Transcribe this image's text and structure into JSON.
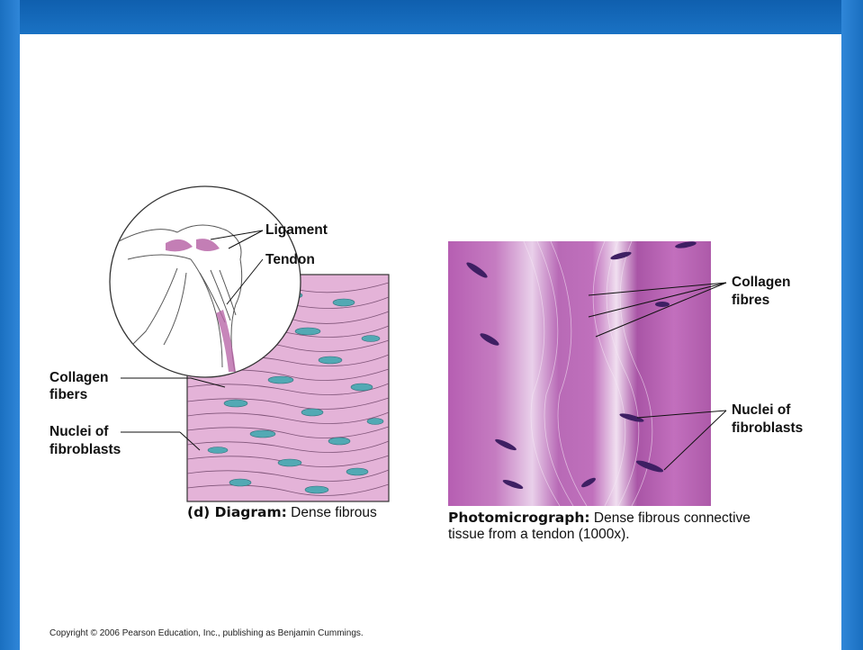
{
  "diagram": {
    "labels": {
      "ligament": "Ligament",
      "tendon": "Tendon",
      "collagen_fibers_line1": "Collagen",
      "collagen_fibers_line2": "fibers",
      "nuclei_line1": "Nuclei of",
      "nuclei_line2": "fibroblasts"
    },
    "caption_bold": "(d) Diagram:",
    "caption_text": " Dense fibrous"
  },
  "photomicrograph": {
    "labels": {
      "collagen_fibres_line1": "Collagen",
      "collagen_fibres_line2": "fibres",
      "nuclei_line1": "Nuclei of",
      "nuclei_line2": "fibroblasts"
    },
    "caption_bold": "Photomicrograph:",
    "caption_text_line1": " Dense fibrous connective",
    "caption_text_line2": "tissue from a tendon (1000x)."
  },
  "footer": {
    "copyright": "Copyright © 2006 Pearson Education, Inc., publishing as Benjamin Cummings."
  },
  "colors": {
    "frame": "#1a72c4",
    "tissue_pink": "#e4b3d8",
    "nucleus_teal": "#52a9b4",
    "stain_purple": "#b85fb3"
  }
}
